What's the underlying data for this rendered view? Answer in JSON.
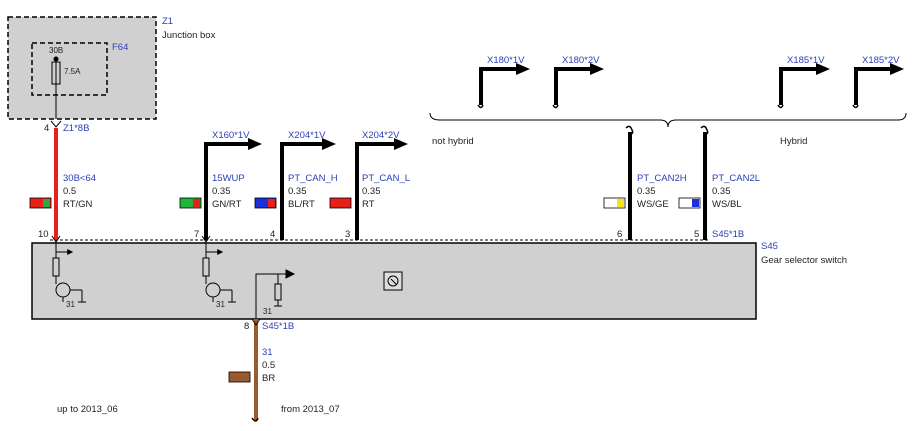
{
  "junction_box": {
    "id": "Z1",
    "name": "Junction box",
    "fuse_id": "F64",
    "fuse_terminal": "30B",
    "fuse_rating": "7.5A"
  },
  "module": {
    "id": "S45",
    "name": "Gear selector switch",
    "connector_top": "S45*1B",
    "connector_bottom": "S45*1B",
    "ground": "31"
  },
  "wires": [
    {
      "pin": "10",
      "signal": "30B<64",
      "size": "0.5",
      "color_code": "RT/GN",
      "connector": "Z1*8B",
      "connector_pin": "4",
      "color_main": "#e8201a",
      "color_stripe": "#28a745"
    },
    {
      "pin": "7",
      "signal": "15WUP",
      "size": "0.35",
      "color_code": "GN/RT",
      "connector": "X160*1V",
      "color_main": "#22b33a",
      "color_stripe": "#e8201a"
    },
    {
      "pin": "4",
      "signal": "PT_CAN_H",
      "size": "0.35",
      "color_code": "BL/RT",
      "connector": "X204*1V",
      "color_main": "#1d2fd6",
      "color_stripe": "#e8201a"
    },
    {
      "pin": "3",
      "signal": "PT_CAN_L",
      "size": "0.35",
      "color_code": "RT",
      "connector": "X204*2V",
      "color_main": "#e8201a",
      "color_stripe": ""
    },
    {
      "pin": "6",
      "signal": "PT_CAN2H",
      "size": "0.35",
      "color_code": "WS/GE",
      "color_main": "#ffffff",
      "color_stripe": "#f3e41a"
    },
    {
      "pin": "5",
      "signal": "PT_CAN2L",
      "size": "0.35",
      "color_code": "WS/BL",
      "color_main": "#ffffff",
      "color_stripe": "#1d2fd6"
    }
  ],
  "ground_wire": {
    "pin": "8",
    "signal": "31",
    "size": "0.5",
    "color_code": "BR",
    "color_main": "#9c5a2c"
  },
  "variants": {
    "left": "not hybrid",
    "right": "Hybrid",
    "left_connectors": [
      "X180*1V",
      "X180*2V"
    ],
    "right_connectors": [
      "X185*1V",
      "X185*2V"
    ]
  },
  "notes": {
    "left": "up to 2013_06",
    "right": "from 2013_07"
  },
  "internal_ground_labels": [
    "31",
    "31",
    "31"
  ]
}
